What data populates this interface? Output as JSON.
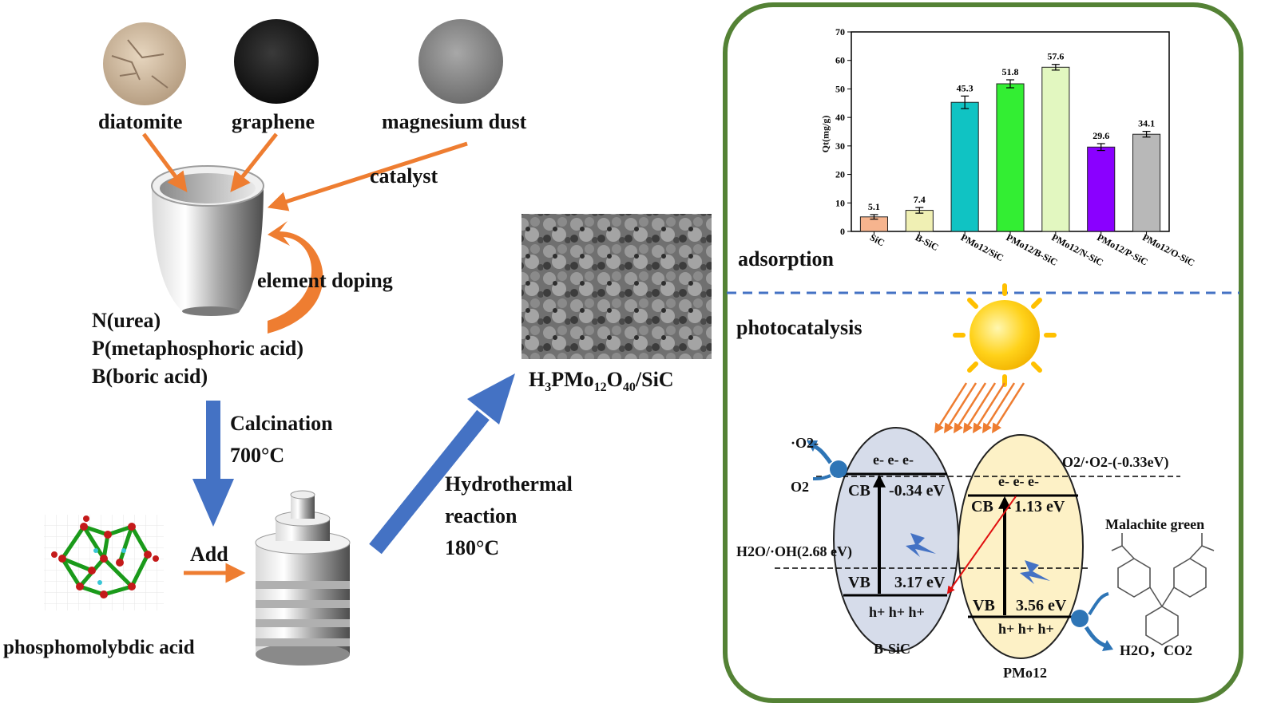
{
  "synthesis": {
    "materials": [
      "diatomite",
      "graphene",
      "magnesium dust"
    ],
    "catalyst_label": "catalyst",
    "doping_label": "element doping",
    "dopants": [
      "N(urea)",
      "P(metaphosphoric acid)",
      "B(boric acid)"
    ],
    "calcination_label": "Calcination",
    "calcination_temp": "700°C",
    "add_label": "Add",
    "acid_label": "phosphomolybdic acid",
    "hydrothermal_line1": "Hydrothermal",
    "hydrothermal_line2": "reaction",
    "hydrothermal_temp": "180°C",
    "product_formula": {
      "parts": [
        "H",
        "3",
        "PMo",
        "12",
        "O",
        "40",
        "/SiC"
      ]
    }
  },
  "adsorption": {
    "section_label": "adsorption",
    "chart_data": {
      "type": "bar",
      "categories": [
        "SiC",
        "B-SiC",
        "PMo12/SiC",
        "PMo12/B-SiC",
        "PMo12/N-SiC",
        "PMo12/P-SiC",
        "PMo12/O-SiC"
      ],
      "values": [
        5.1,
        7.4,
        45.3,
        51.8,
        57.6,
        29.6,
        34.1
      ],
      "value_labels": [
        "5.1",
        "7.4",
        "45.3",
        "51.8",
        "57.6",
        "29.6",
        "34.1"
      ],
      "errors": [
        0.8,
        1.0,
        2.2,
        1.4,
        1.0,
        1.2,
        1.0
      ],
      "colors": [
        "#f6b48e",
        "#f0f0b4",
        "#10c3c3",
        "#33ee33",
        "#e2f7c0",
        "#8a00ff",
        "#b8b8b8"
      ],
      "ylabel": "Qt(mg/g)",
      "ylim": [
        0,
        70
      ],
      "yticks": [
        0,
        10,
        20,
        30,
        40,
        50,
        60,
        70
      ]
    }
  },
  "photocatalysis": {
    "section_label": "photocatalysis",
    "superoxide": "·O2-",
    "oxygen": "O2",
    "electrons": "e-  e-  e-",
    "holes": "h+ h+ h+",
    "cb_left": "CB",
    "cb_left_value": "-0.34 eV",
    "vb_left": "VB",
    "vb_left_value": "3.17 eV",
    "cb_right": "CB",
    "cb_right_value": "1.13 eV",
    "vb_right": "VB",
    "vb_right_value": "3.56 eV",
    "o2_potential": "O2/·O2-(-0.33eV)",
    "oh_potential": "H2O/·OH(2.68 eV)",
    "left_name": "B-SiC",
    "right_name": "PMo12",
    "pollutant": "Malachite green",
    "products": "H2O，CO2"
  },
  "colors": {
    "orange_arrow": "#ee7d31",
    "blue_arrow": "#4472c4",
    "panel_border": "#548235",
    "bsic_fill": "#d6dcea",
    "pmo_fill": "#fdf1c6"
  }
}
